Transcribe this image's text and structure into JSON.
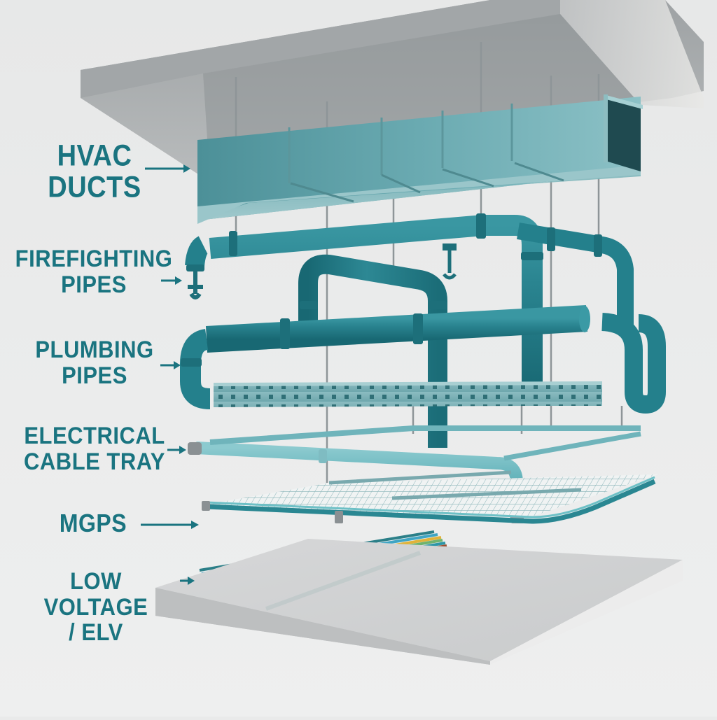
{
  "diagram": {
    "type": "exploded-3d-illustration",
    "subject": "Ceiling services layers (MEP)",
    "accent_color": "#1a7480",
    "pipe_color": "#24808c",
    "duct_color": "#6fb0b6",
    "slab_color": "#cfd1d2",
    "background_color": "#e9eaea"
  },
  "labels": [
    {
      "id": "hvac",
      "lines": [
        "HVAC",
        "DUCTS"
      ],
      "arrow": "right"
    },
    {
      "id": "fire",
      "lines": [
        "FIREFIGHTING",
        "PIPES"
      ],
      "arrow": "right"
    },
    {
      "id": "plumb",
      "lines": [
        "PLUMBING",
        "PIPES"
      ],
      "arrow": "right"
    },
    {
      "id": "elec",
      "lines": [
        "ELECTRICAL",
        "CABLE TRAY"
      ],
      "arrow": "right"
    },
    {
      "id": "mgps",
      "lines": [
        "MGPS"
      ],
      "arrow": "right"
    },
    {
      "id": "lv",
      "lines": [
        "LOW VOLTAGE",
        "/ ELV"
      ],
      "arrow": "right"
    }
  ],
  "components": [
    {
      "name": "ceiling-slab"
    },
    {
      "name": "hvac-duct"
    },
    {
      "name": "firefighting-pipes"
    },
    {
      "name": "plumbing-pipes"
    },
    {
      "name": "cable-tray"
    },
    {
      "name": "mgps-pipes"
    },
    {
      "name": "elv-cable-bundle"
    },
    {
      "name": "floor-slab"
    }
  ]
}
